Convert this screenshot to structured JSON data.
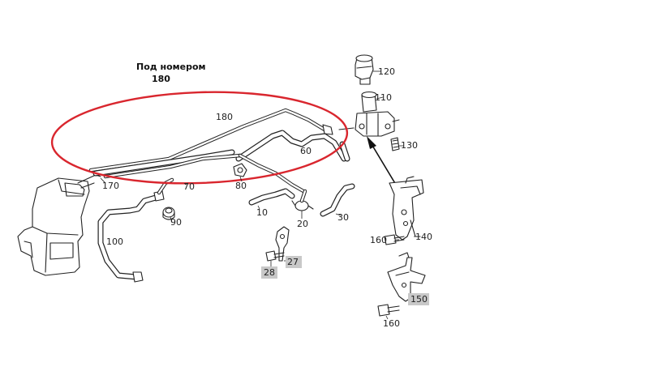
{
  "annotation": {
    "line1": "Под номером",
    "line2": "180"
  },
  "highlight_color": "#d9262e",
  "callouts": {
    "p120": "120",
    "p110": "110",
    "p180": "180",
    "p130": "130",
    "p60a": "60",
    "p170": "170",
    "p70": "70",
    "p80": "80",
    "p90": "90",
    "p10": "10",
    "p20": "20",
    "p30": "30",
    "p100": "100",
    "p160a": "160",
    "p140": "140",
    "p27": "27",
    "p28": "28",
    "p150": "150",
    "p160b": "160"
  }
}
